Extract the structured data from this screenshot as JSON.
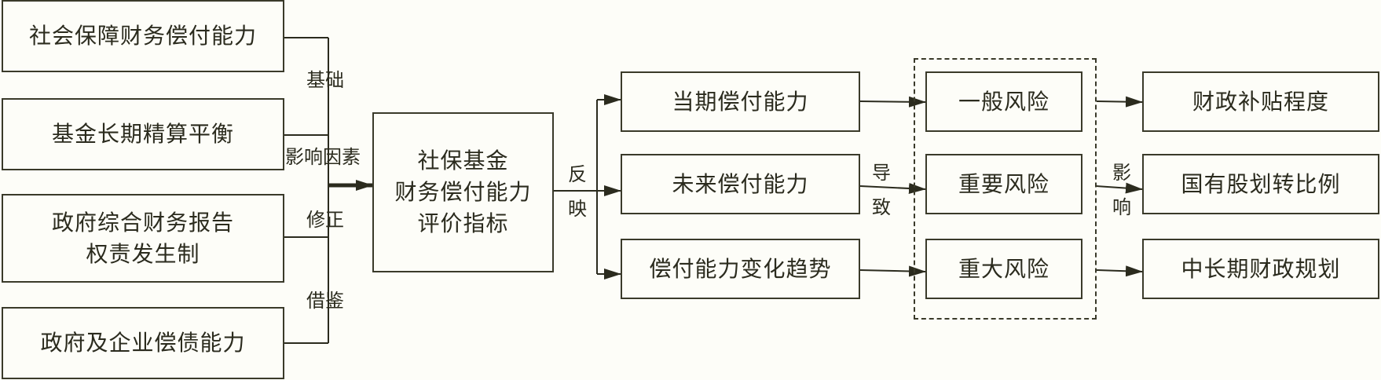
{
  "left_factors": [
    {
      "text": "社会保障财务偿付能力"
    },
    {
      "text": "基金长期精算平衡"
    },
    {
      "line1": "政府综合财务报告",
      "line2": "权责发生制"
    },
    {
      "text": "政府及企业偿债能力"
    }
  ],
  "left_labels": {
    "basis": "基础",
    "influence": "影响因素",
    "correction": "修正",
    "reference": "借鉴"
  },
  "center": {
    "line1": "社保基金",
    "line2": "财务偿付能力",
    "line3": "评价指标"
  },
  "reflect_label": [
    "反",
    "映"
  ],
  "capabilities": [
    "当期偿付能力",
    "未来偿付能力",
    "偿付能力变化趋势"
  ],
  "lead_label": [
    "导",
    "致"
  ],
  "risks": [
    "一般风险",
    "重要风险",
    "重大风险"
  ],
  "affect_label": [
    "影",
    "响"
  ],
  "outcomes": [
    "财政补贴程度",
    "国有股划转比例",
    "中长期财政规划"
  ]
}
